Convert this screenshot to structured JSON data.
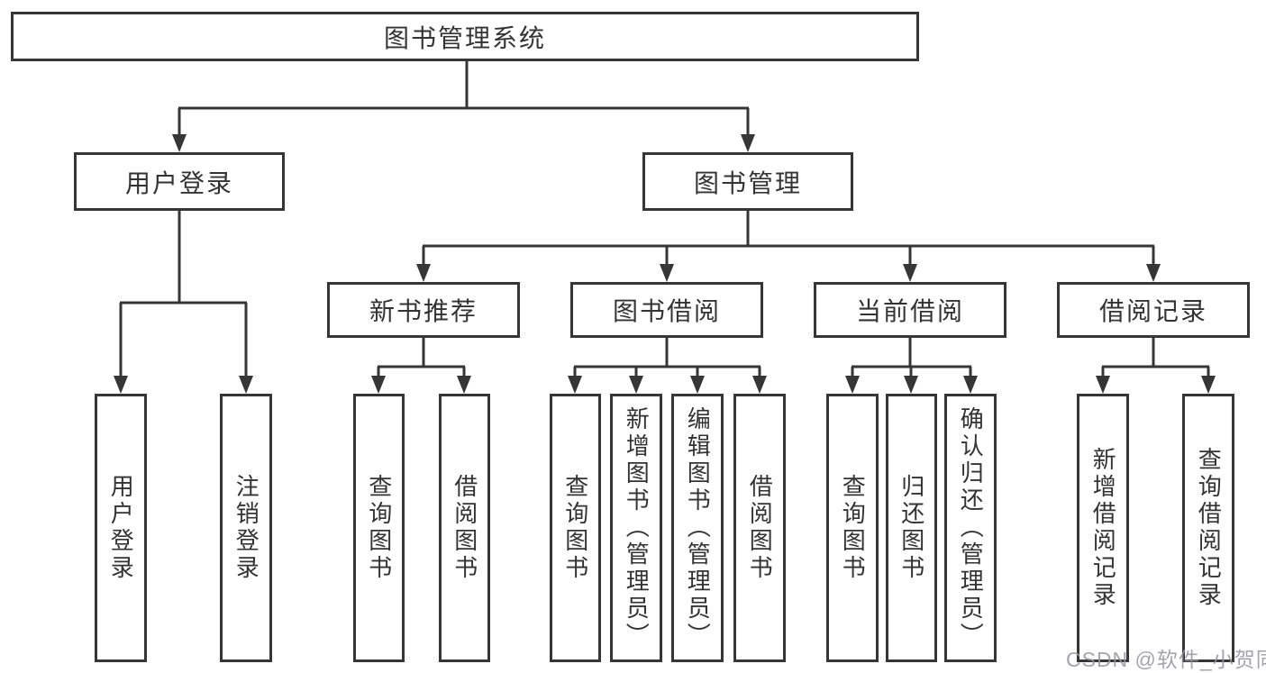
{
  "diagram": {
    "root": {
      "label": "图书管理系统"
    },
    "level2": [
      {
        "id": "user-login",
        "label": "用户登录"
      },
      {
        "id": "book-management",
        "label": "图书管理"
      }
    ],
    "level3": [
      {
        "id": "new-book-recommend",
        "label": "新书推荐"
      },
      {
        "id": "book-borrow",
        "label": "图书借阅"
      },
      {
        "id": "current-borrow",
        "label": "当前借阅"
      },
      {
        "id": "borrow-record",
        "label": "借阅记录"
      }
    ],
    "leaves": {
      "user_login": [
        "用户登录",
        "注销登录"
      ],
      "new_book_recommend": [
        "查询图书",
        "借阅图书"
      ],
      "book_borrow": [
        "查询图书",
        "新增图书（管理员）",
        "编辑图书（管理员）",
        "借阅图书"
      ],
      "current_borrow": [
        "查询图书",
        "归还图书",
        "确认归还（管理员）"
      ],
      "borrow_record": [
        "新增借阅记录",
        "查询借阅记录"
      ]
    }
  },
  "watermark": {
    "text": "CSDN @软件_小贺同学"
  },
  "colors": {
    "line": "#363636",
    "text": "#333333",
    "watermark": "#9494a3",
    "background": "#ffffff"
  }
}
